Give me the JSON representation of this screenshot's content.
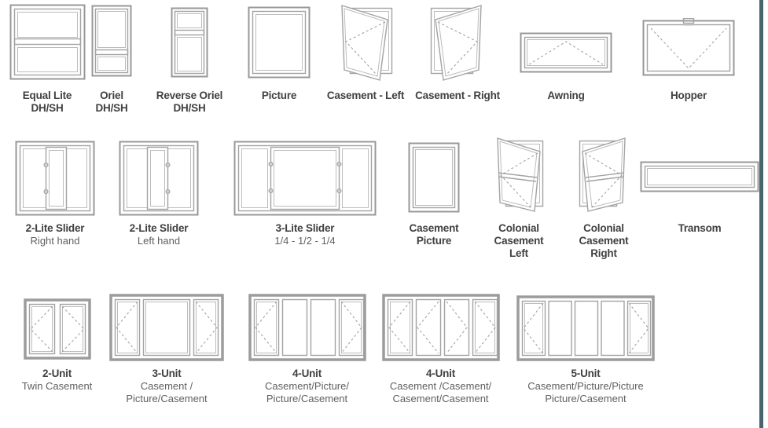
{
  "page": {
    "background_color": "#ffffff",
    "accent_bar_color": "#47656f",
    "line_color": "#9b9b9b",
    "dash_color": "#9a9a9a",
    "title_text_color": "#404040",
    "subtitle_text_color": "#5f5f5f"
  },
  "rows": [
    {
      "items": [
        {
          "type": "equal-lite-dh-sh",
          "title_lines": [
            "Equal Lite",
            "DH/SH"
          ]
        },
        {
          "type": "oriel-dh-sh",
          "title_lines": [
            "Oriel",
            "DH/SH"
          ]
        },
        {
          "type": "reverse-oriel-dh-sh",
          "title_lines": [
            "Reverse Oriel",
            "DH/SH"
          ]
        },
        {
          "type": "picture",
          "title_lines": [
            "Picture"
          ]
        },
        {
          "type": "casement-left",
          "title_lines": [
            "Casement - Left"
          ]
        },
        {
          "type": "casement-right",
          "title_lines": [
            "Casement - Right"
          ]
        },
        {
          "type": "awning",
          "title_lines": [
            "Awning"
          ]
        },
        {
          "type": "hopper",
          "title_lines": [
            "Hopper"
          ]
        }
      ]
    },
    {
      "items": [
        {
          "type": "2-lite-slider-right-hand",
          "title_lines": [
            "2-Lite Slider"
          ],
          "sub_lines": [
            "Right hand"
          ]
        },
        {
          "type": "2-lite-slider-left-hand",
          "title_lines": [
            "2-Lite Slider"
          ],
          "sub_lines": [
            "Left hand"
          ]
        },
        {
          "type": "3-lite-slider",
          "title_lines": [
            "3-Lite Slider"
          ],
          "sub_lines": [
            "1/4 - 1/2 - 1/4"
          ]
        },
        {
          "type": "casement-picture",
          "title_lines": [
            "Casement",
            "Picture"
          ]
        },
        {
          "type": "colonial-casement-left",
          "title_lines": [
            "Colonial",
            "Casement",
            "Left"
          ]
        },
        {
          "type": "colonial-casement-right",
          "title_lines": [
            "Colonial",
            "Casement",
            "Right"
          ]
        },
        {
          "type": "transom",
          "title_lines": [
            "Transom"
          ]
        }
      ]
    },
    {
      "items": [
        {
          "type": "2-unit-twin-casement",
          "title_lines": [
            "2-Unit"
          ],
          "sub_lines": [
            "Twin Casement"
          ]
        },
        {
          "type": "3-unit-casement-picture-casement",
          "title_lines": [
            "3-Unit"
          ],
          "sub_lines": [
            "Casement /",
            "Picture/Casement"
          ]
        },
        {
          "type": "4-unit-casement-picture-picture-casement",
          "title_lines": [
            "4-Unit"
          ],
          "sub_lines": [
            "Casement/Picture/",
            "Picture/Casement"
          ]
        },
        {
          "type": "4-unit-casement-casement-casement-casement",
          "title_lines": [
            "4-Unit"
          ],
          "sub_lines": [
            "Casement /Casement/",
            "Casement/Casement"
          ]
        },
        {
          "type": "5-unit-casement-picture-picture-picture-casement",
          "title_lines": [
            "5-Unit"
          ],
          "sub_lines": [
            "Casement/Picture/Picture",
            "Picture/Casement"
          ]
        }
      ]
    }
  ]
}
